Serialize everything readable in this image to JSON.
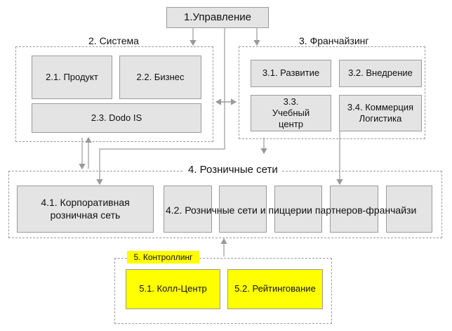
{
  "top": {
    "label": "1.Управление"
  },
  "system": {
    "title": "2. Система",
    "product": "2.1. Продукт",
    "business": "2.2. Бизнес",
    "dodo": "2.3. Dodo IS"
  },
  "franchise": {
    "title": "3. Франчайзинг",
    "development": "3.1. Развитие",
    "implementation": "3.2. Внедрение",
    "training": "3.3. Учебный центр",
    "commerce": "3.4. Коммерция Логистика"
  },
  "retail": {
    "title": "4. Розничные сети",
    "corporate": "4.1. Корпоративная розничная сеть",
    "partners": "4.2. Розничные сети и пиццерии партнеров-франчайзи"
  },
  "controlling": {
    "title": "5. Контроллинг",
    "callcenter": "5.1. Колл-Центр",
    "rating": "5.2. Рейтингование"
  },
  "colors": {
    "box_fill": "#e4e4e4",
    "highlight": "#ffff00",
    "border": "#9a9a9a"
  }
}
